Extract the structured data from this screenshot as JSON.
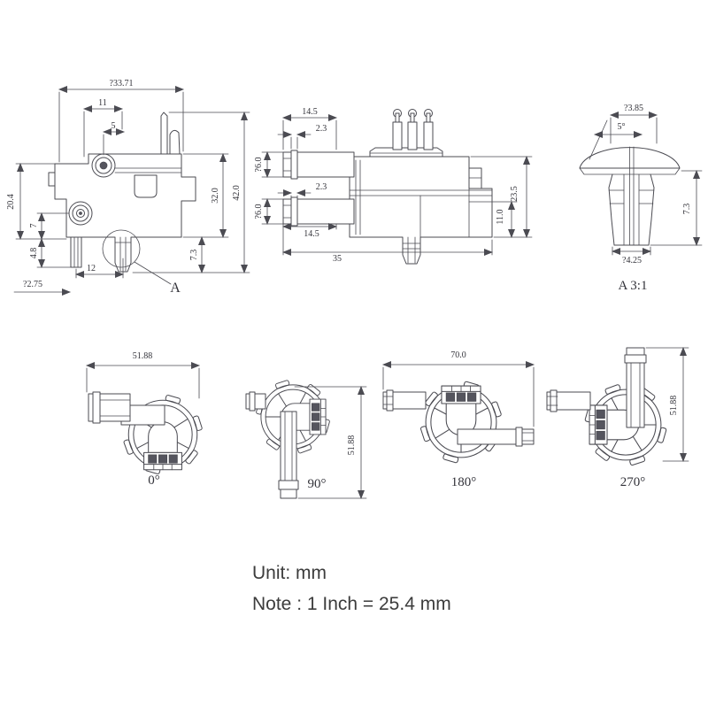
{
  "colors": {
    "line": "#4b4b52",
    "text": "#33333a",
    "pin_fill": "#55555e",
    "background": "#ffffff"
  },
  "side_view": {
    "dims": {
      "total_width": "?33.71",
      "w11": "11",
      "w5": "5",
      "h20_4": "20.4",
      "h7": "7",
      "h4_8": "4.8",
      "dia2_75": "?2.75",
      "w12": "12",
      "h7_3": "7.3",
      "h32": "32.0",
      "h42": "42.0"
    },
    "detail_ref": "A"
  },
  "front_view": {
    "dims": {
      "w14_5_top": "14.5",
      "w2_3_top": "2.3",
      "dia6_top": "?6.0",
      "w2_3_mid": "2.3",
      "dia6_bot": "?6.0",
      "w14_5_bot": "14.5",
      "w35": "35",
      "h23_5": "23.5",
      "h11": "11.0"
    }
  },
  "detail_view": {
    "dims": {
      "dia3_85": "?3.85",
      "angle5": "5°",
      "h7_3": "7.3",
      "dia4_25": "?4.25"
    },
    "title": "A 3:1"
  },
  "rotation_views": [
    {
      "label": "0°",
      "dim": "51.88"
    },
    {
      "label": "90°",
      "dim": "51.88"
    },
    {
      "label": "180°",
      "dim": "70.0"
    },
    {
      "label": "270°",
      "dim": "51.88"
    }
  ],
  "notes": {
    "unit_line": "Unit: mm",
    "conversion_line": "Note : 1 Inch = 25.4 mm"
  }
}
